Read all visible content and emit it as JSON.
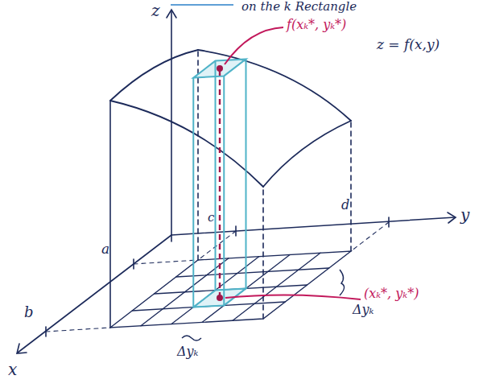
{
  "diagram": {
    "labels": [
      "on the k Rectangle",
      "z",
      "f(xₖ*, yₖ*)",
      "z = f(x,y)",
      "c",
      "d",
      "y",
      "a",
      "b",
      "x",
      "(xₖ*, yₖ*)",
      "Δyₖ",
      "Δyₖ"
    ]
  }
}
